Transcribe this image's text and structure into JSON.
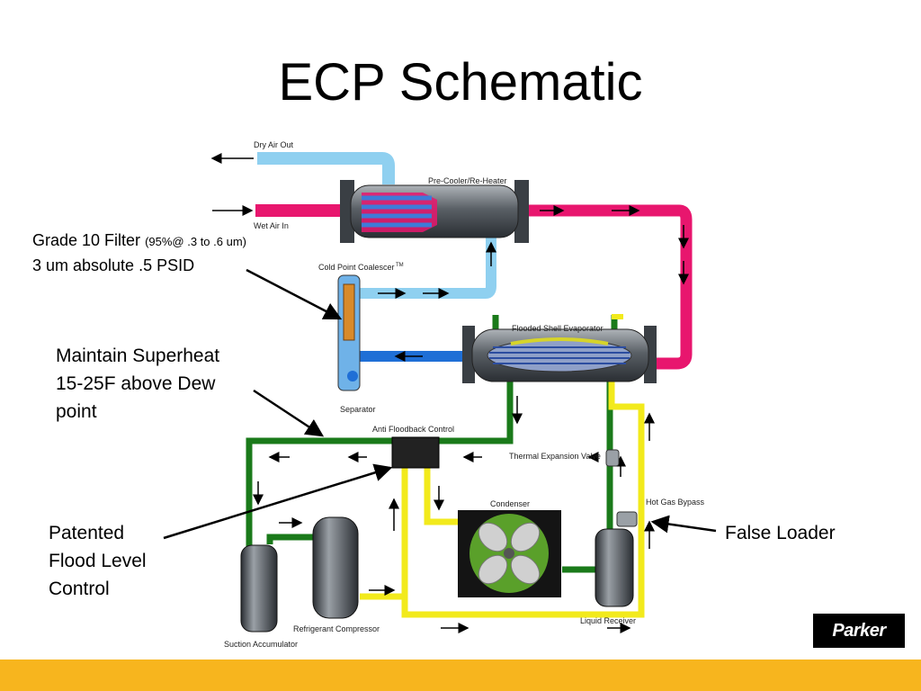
{
  "title": "ECP Schematic",
  "annotations": {
    "filter": {
      "line1": "Grade 10 Filter",
      "line1_small": "(95%@ .3 to .6 um)",
      "line2": "3 um absolute .5 PSID"
    },
    "superheat": {
      "line1": "Maintain Superheat",
      "line2": "15-25F above Dew",
      "line3": "point"
    },
    "flood": {
      "line1": "Patented",
      "line2": "Flood Level",
      "line3": "Control"
    },
    "false_loader": "False Loader"
  },
  "labels": {
    "dry_air_out": "Dry Air Out",
    "wet_air_in": "Wet Air In",
    "precooler": "Pre-Cooler/Re-Heater",
    "coalescer": "Cold Point Coalescer",
    "tm": "TM",
    "separator": "Separator",
    "evaporator": "Flooded Shell Evaporator",
    "anti_floodback": "Anti Floodback Control",
    "txv": "Thermal Expansion Valve",
    "hot_gas": "Hot Gas Bypass",
    "condenser": "Condenser",
    "liquid_receiver": "Liquid Receiver",
    "compressor": "Refrigerant Compressor",
    "accumulator": "Suction Accumulator"
  },
  "logo": "Parker",
  "colors": {
    "dry_air": "#8fd0f0",
    "wet_air": "#e8166e",
    "cold_air": "#1f6fd6",
    "suction": "#1a7a1a",
    "liquid": "#f2ea1c",
    "footer": "#f7b51e"
  }
}
